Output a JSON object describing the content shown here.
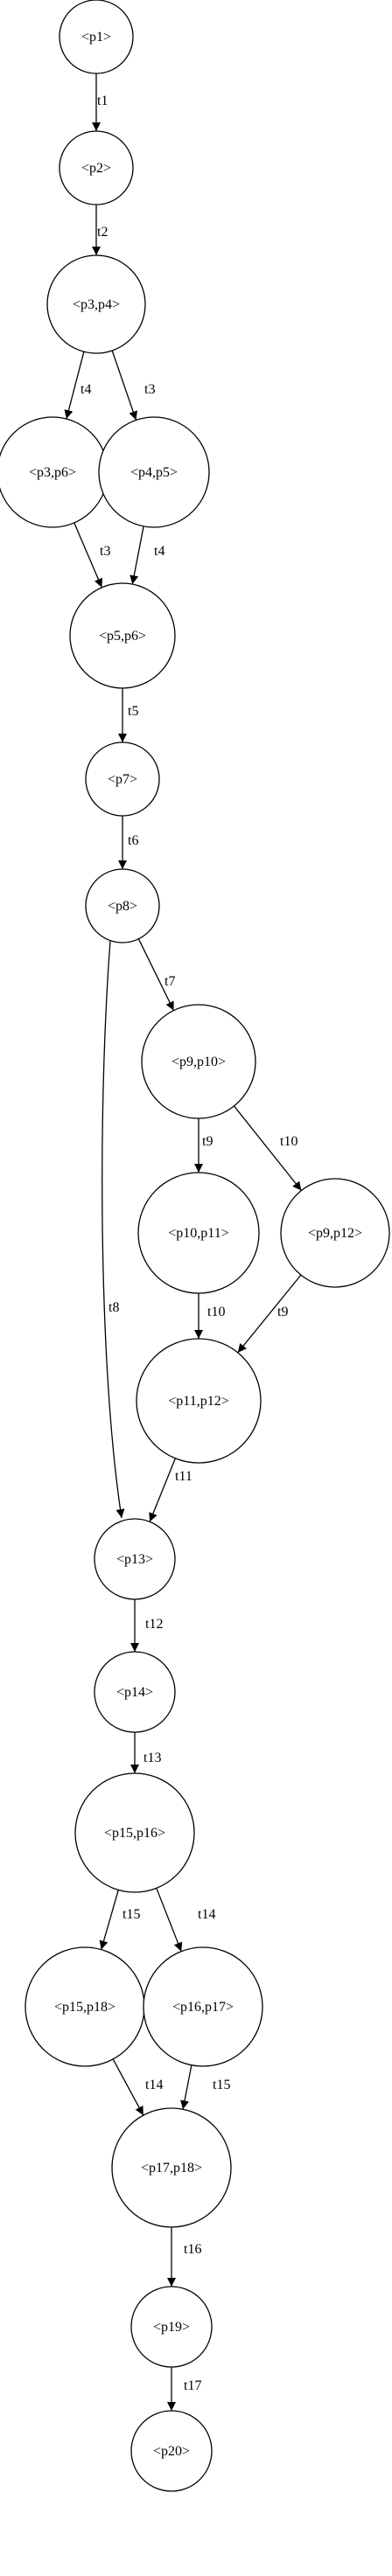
{
  "graph": {
    "nodes": [
      {
        "id": "p1",
        "label": "<p1>"
      },
      {
        "id": "p2",
        "label": "<p2>"
      },
      {
        "id": "p3p4",
        "label": "<p3,p4>"
      },
      {
        "id": "p3p6",
        "label": "<p3,p6>"
      },
      {
        "id": "p4p5",
        "label": "<p4,p5>"
      },
      {
        "id": "p5p6",
        "label": "<p5,p6>"
      },
      {
        "id": "p7",
        "label": "<p7>"
      },
      {
        "id": "p8",
        "label": "<p8>"
      },
      {
        "id": "p9p10",
        "label": "<p9,p10>"
      },
      {
        "id": "p10p11",
        "label": "<p10,p11>"
      },
      {
        "id": "p9p12",
        "label": "<p9,p12>"
      },
      {
        "id": "p11p12",
        "label": "<p11,p12>"
      },
      {
        "id": "p13",
        "label": "<p13>"
      },
      {
        "id": "p14",
        "label": "<p14>"
      },
      {
        "id": "p15p16",
        "label": "<p15,p16>"
      },
      {
        "id": "p15p18",
        "label": "<p15,p18>"
      },
      {
        "id": "p16p17",
        "label": "<p16,p17>"
      },
      {
        "id": "p17p18",
        "label": "<p17,p18>"
      },
      {
        "id": "p19",
        "label": "<p19>"
      },
      {
        "id": "p20",
        "label": "<p20>"
      }
    ],
    "edges": [
      {
        "from": "p1",
        "to": "p2",
        "label": "t1"
      },
      {
        "from": "p2",
        "to": "p3p4",
        "label": "t2"
      },
      {
        "from": "p3p4",
        "to": "p3p6",
        "label": "t4"
      },
      {
        "from": "p3p4",
        "to": "p4p5",
        "label": "t3"
      },
      {
        "from": "p3p6",
        "to": "p5p6",
        "label": "t3"
      },
      {
        "from": "p4p5",
        "to": "p5p6",
        "label": "t4"
      },
      {
        "from": "p5p6",
        "to": "p7",
        "label": "t5"
      },
      {
        "from": "p7",
        "to": "p8",
        "label": "t6"
      },
      {
        "from": "p8",
        "to": "p9p10",
        "label": "t7"
      },
      {
        "from": "p8",
        "to": "p13",
        "label": "t8"
      },
      {
        "from": "p9p10",
        "to": "p10p11",
        "label": "t9"
      },
      {
        "from": "p9p10",
        "to": "p9p12",
        "label": "t10"
      },
      {
        "from": "p10p11",
        "to": "p11p12",
        "label": "t10"
      },
      {
        "from": "p9p12",
        "to": "p11p12",
        "label": "t9"
      },
      {
        "from": "p11p12",
        "to": "p13",
        "label": "t11"
      },
      {
        "from": "p13",
        "to": "p14",
        "label": "t12"
      },
      {
        "from": "p14",
        "to": "p15p16",
        "label": "t13"
      },
      {
        "from": "p15p16",
        "to": "p15p18",
        "label": "t15"
      },
      {
        "from": "p15p16",
        "to": "p16p17",
        "label": "t14"
      },
      {
        "from": "p15p18",
        "to": "p17p18",
        "label": "t14"
      },
      {
        "from": "p16p17",
        "to": "p17p18",
        "label": "t15"
      },
      {
        "from": "p17p18",
        "to": "p19",
        "label": "t16"
      },
      {
        "from": "p19",
        "to": "p20",
        "label": "t17"
      }
    ]
  }
}
